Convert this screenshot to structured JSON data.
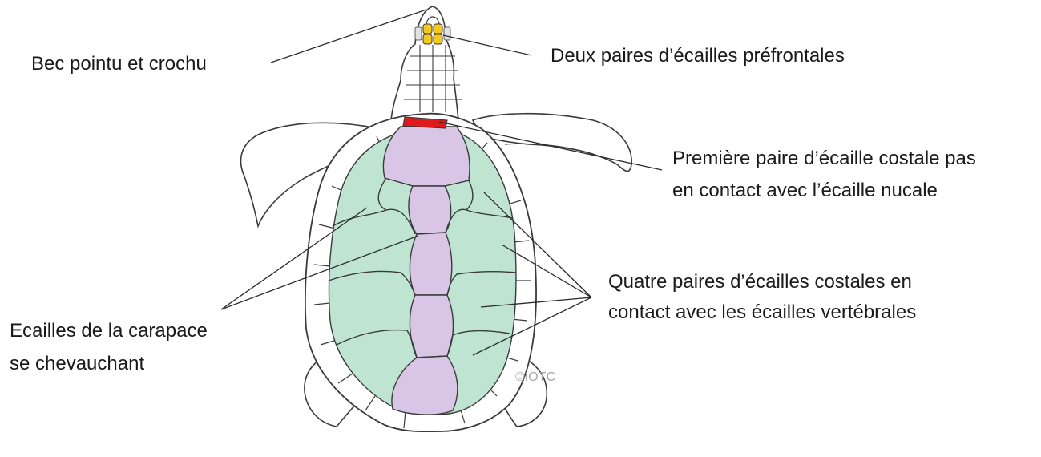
{
  "labels": {
    "beak": "Bec pointu et crochu",
    "prefrontal": "Deux paires d’écailles préfrontales",
    "costal_first_l1": "Première paire d’écaille costale pas",
    "costal_first_l2": "en contact avec l’écaille nucale",
    "costal_four_l1": "Quatre paires d’écailles costales en",
    "costal_four_l2": "contact avec les écailles vertébrales",
    "overlap_l1": "Ecailles de la carapace",
    "overlap_l2": "se chevauchant"
  },
  "copyright": "©IOTC",
  "colors": {
    "costal": "#bfe5d2",
    "vertebral": "#d9c6e6",
    "nuchal": "#e0191c",
    "prefrontal": "#f4c81c",
    "outline": "#3a3a3a"
  }
}
